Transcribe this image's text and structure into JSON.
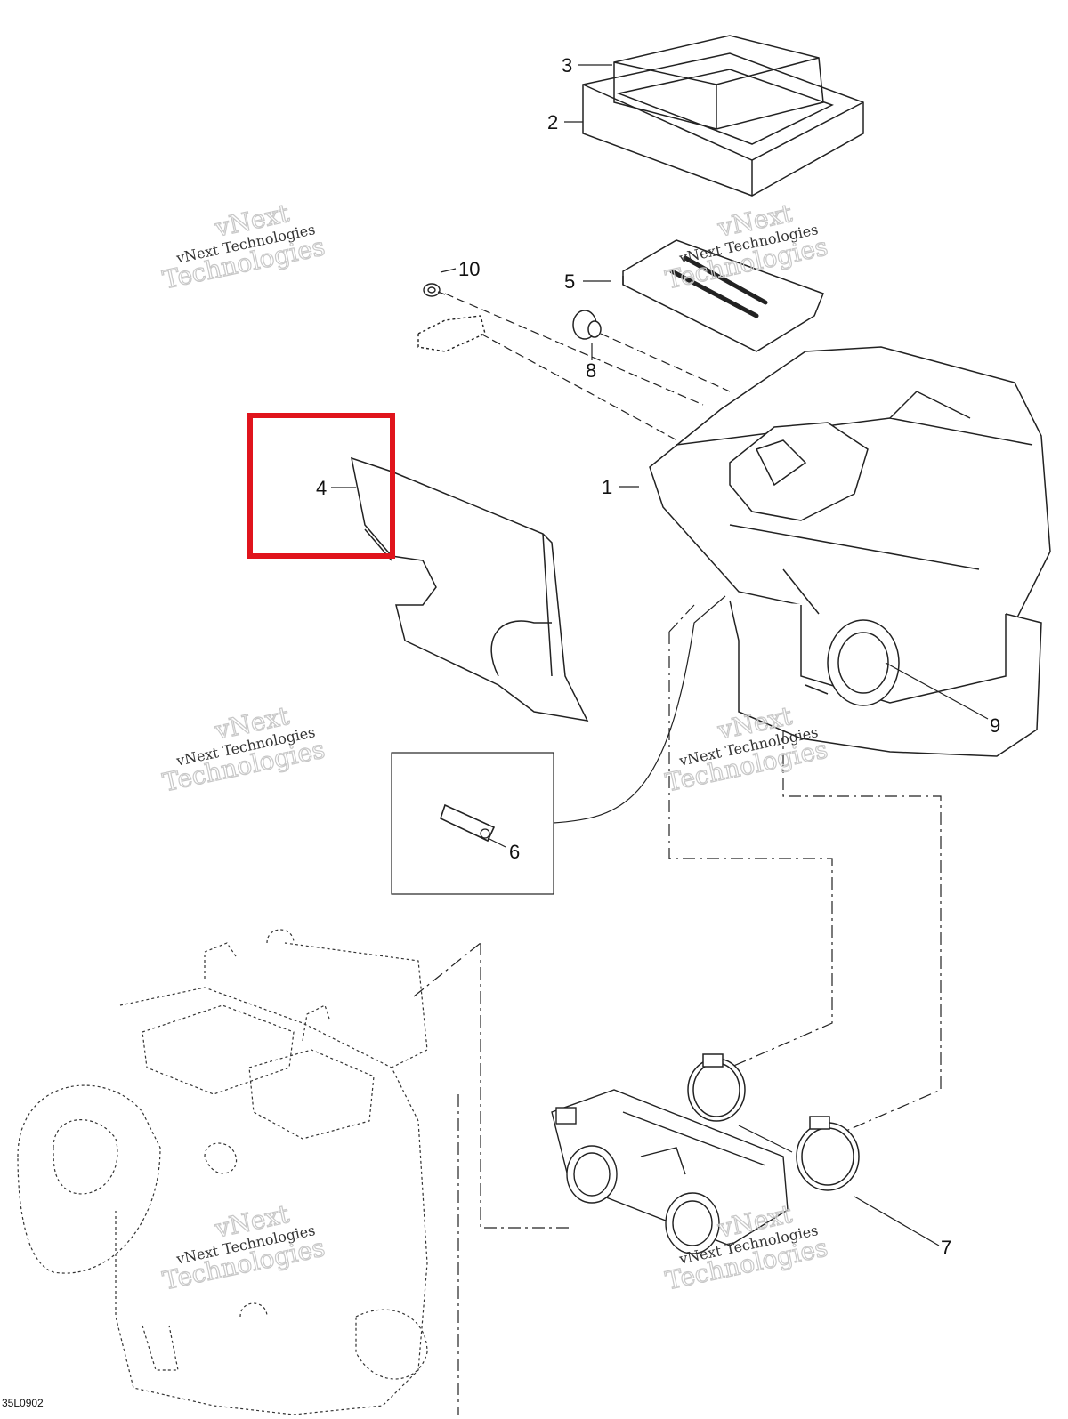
{
  "diagram": {
    "figure_id": "35L0902",
    "callouts": [
      {
        "id": "1",
        "label": "1"
      },
      {
        "id": "2",
        "label": "2"
      },
      {
        "id": "3",
        "label": "3"
      },
      {
        "id": "4",
        "label": "4"
      },
      {
        "id": "5",
        "label": "5"
      },
      {
        "id": "6",
        "label": "6"
      },
      {
        "id": "7",
        "label": "7"
      },
      {
        "id": "8",
        "label": "8"
      },
      {
        "id": "9",
        "label": "9"
      },
      {
        "id": "10",
        "label": "10"
      }
    ],
    "highlight": {
      "target_callout": "4",
      "color": "#e0141c"
    },
    "watermark": {
      "line_top": "vNext",
      "line_mid": "vNext Technologies",
      "line_bottom": "Technologies"
    }
  },
  "colors": {
    "line": "#222222",
    "watermark": "#c8c8c8",
    "highlight": "#e0141c"
  }
}
